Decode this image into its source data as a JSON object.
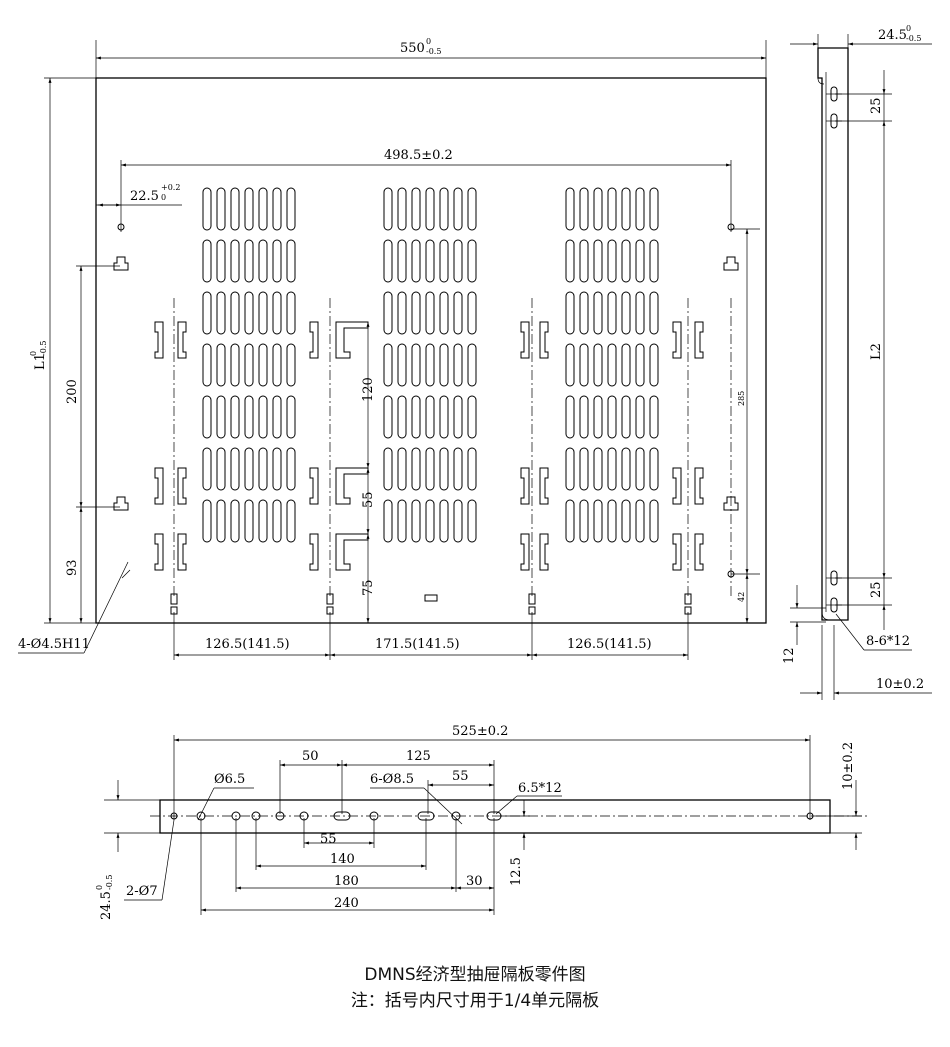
{
  "front_view": {
    "width_dim": "550",
    "width_tol_upper": "0",
    "width_tol_lower": "-0.5",
    "height_dim": "L1",
    "height_tol_upper": "0",
    "height_tol_lower": "-0.5",
    "inner_width": "498.5±0.2",
    "edge_offset": "22.5",
    "edge_offset_tol_upper": "+0.2",
    "edge_offset_tol_lower": "0",
    "dim_200": "200",
    "dim_93": "93",
    "dim_120": "120",
    "dim_55": "55",
    "dim_75": "75",
    "dim_285": "285",
    "dim_42": "42",
    "hole_note": "4-Ø4.5H11",
    "pitch_left": "126.5(141.5)",
    "pitch_mid": "171.5(141.5)",
    "pitch_right": "126.5(141.5)"
  },
  "side_view": {
    "flange": "24.5",
    "flange_tol_upper": "0",
    "flange_tol_lower": "-0.5",
    "dim_25_top": "25",
    "dim_L2": "L2",
    "dim_25_bottom": "25",
    "dim_12": "12",
    "slot_note": "8-6*12",
    "edge_10": "10±0.2"
  },
  "bottom_view": {
    "overall": "525±0.2",
    "dim_50": "50",
    "dim_125": "125",
    "dim_55": "55",
    "hole_65": "Ø6.5",
    "hole_85": "6-Ø8.5",
    "slot_65x12": "6.5*12",
    "dim_10": "10±0.2",
    "dim_55_inner": "55",
    "dim_140": "140",
    "dim_180": "180",
    "dim_30": "30",
    "dim_240": "240",
    "dim_125_v": "12.5",
    "hole_7": "2-Ø7",
    "height": "24.5",
    "height_tol_upper": "0",
    "height_tol_lower": "-0.5"
  },
  "caption": {
    "title": "DMNS经济型抽屉隔板零件图",
    "note": "注：括号内尺寸用于1/4单元隔板"
  }
}
